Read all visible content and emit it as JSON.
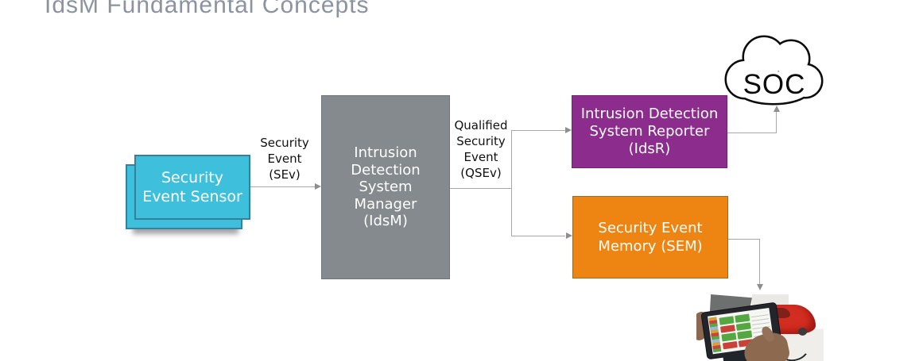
{
  "title": "IdsM Fundamental Concepts",
  "stray_dot": ".",
  "colors": {
    "title_text": "#8b93a0",
    "sensor_fill": "#3ebfdb",
    "sensor_border": "#377f9b",
    "manager_fill": "#848a8d",
    "manager_border": "#6f7578",
    "reporter_fill": "#8c2c8d",
    "reporter_border": "#712173",
    "memory_fill": "#ee8411",
    "memory_border": "#9a6a28",
    "connector_line": "#a8a8a8",
    "arrowhead": "#8e8e8e",
    "label_text": "#111111",
    "cell_green": "#55a742",
    "cell_red": "#c9423a"
  },
  "nodes": {
    "sensor": {
      "lines": [
        "Security",
        "Event Sensor"
      ]
    },
    "manager": {
      "lines": [
        "Intrusion",
        "Detection",
        "System",
        "Manager",
        "(IdsM)"
      ]
    },
    "reporter": {
      "lines": [
        "Intrusion Detection",
        "System Reporter",
        "(IdsR)"
      ]
    },
    "memory": {
      "lines": [
        "Security Event",
        "Memory (SEM)"
      ]
    },
    "soc": {
      "label": "SOC"
    }
  },
  "edge_labels": {
    "sev": {
      "lines": [
        "Security",
        "Event",
        "(SEv)"
      ]
    },
    "qsev": {
      "lines": [
        "Qualified",
        "Security",
        "Event",
        "(QSEv)"
      ]
    }
  },
  "photo": {
    "alt": "Hands holding a diagnostic tablet beside a red car model",
    "tablet_grid": [
      [
        "green",
        "green"
      ],
      [
        "red",
        "green"
      ],
      [
        "green",
        "green"
      ],
      [
        "red",
        "red"
      ]
    ]
  }
}
